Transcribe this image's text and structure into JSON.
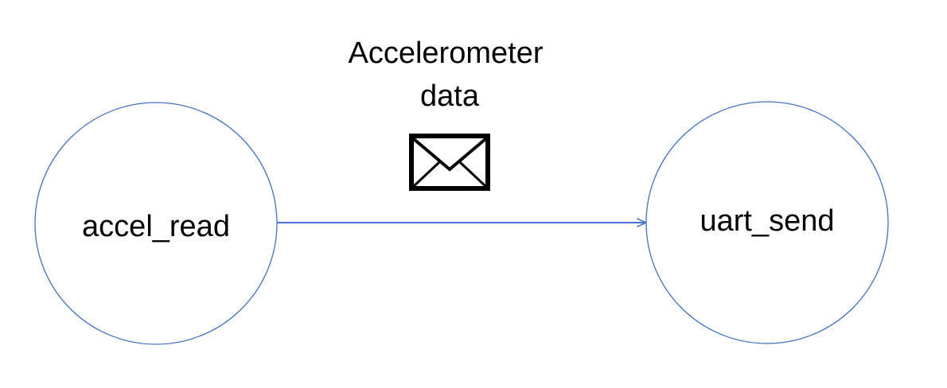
{
  "nodes": {
    "source": {
      "label": "accel_read"
    },
    "target": {
      "label": "uart_send"
    }
  },
  "message": {
    "label_line1": "Accelerometer",
    "label_line2": "data",
    "icon": "envelope-icon"
  },
  "colors": {
    "node_stroke": "#4472C4",
    "edge": "#4472C4",
    "text": "#000000",
    "icon": "#000000"
  }
}
